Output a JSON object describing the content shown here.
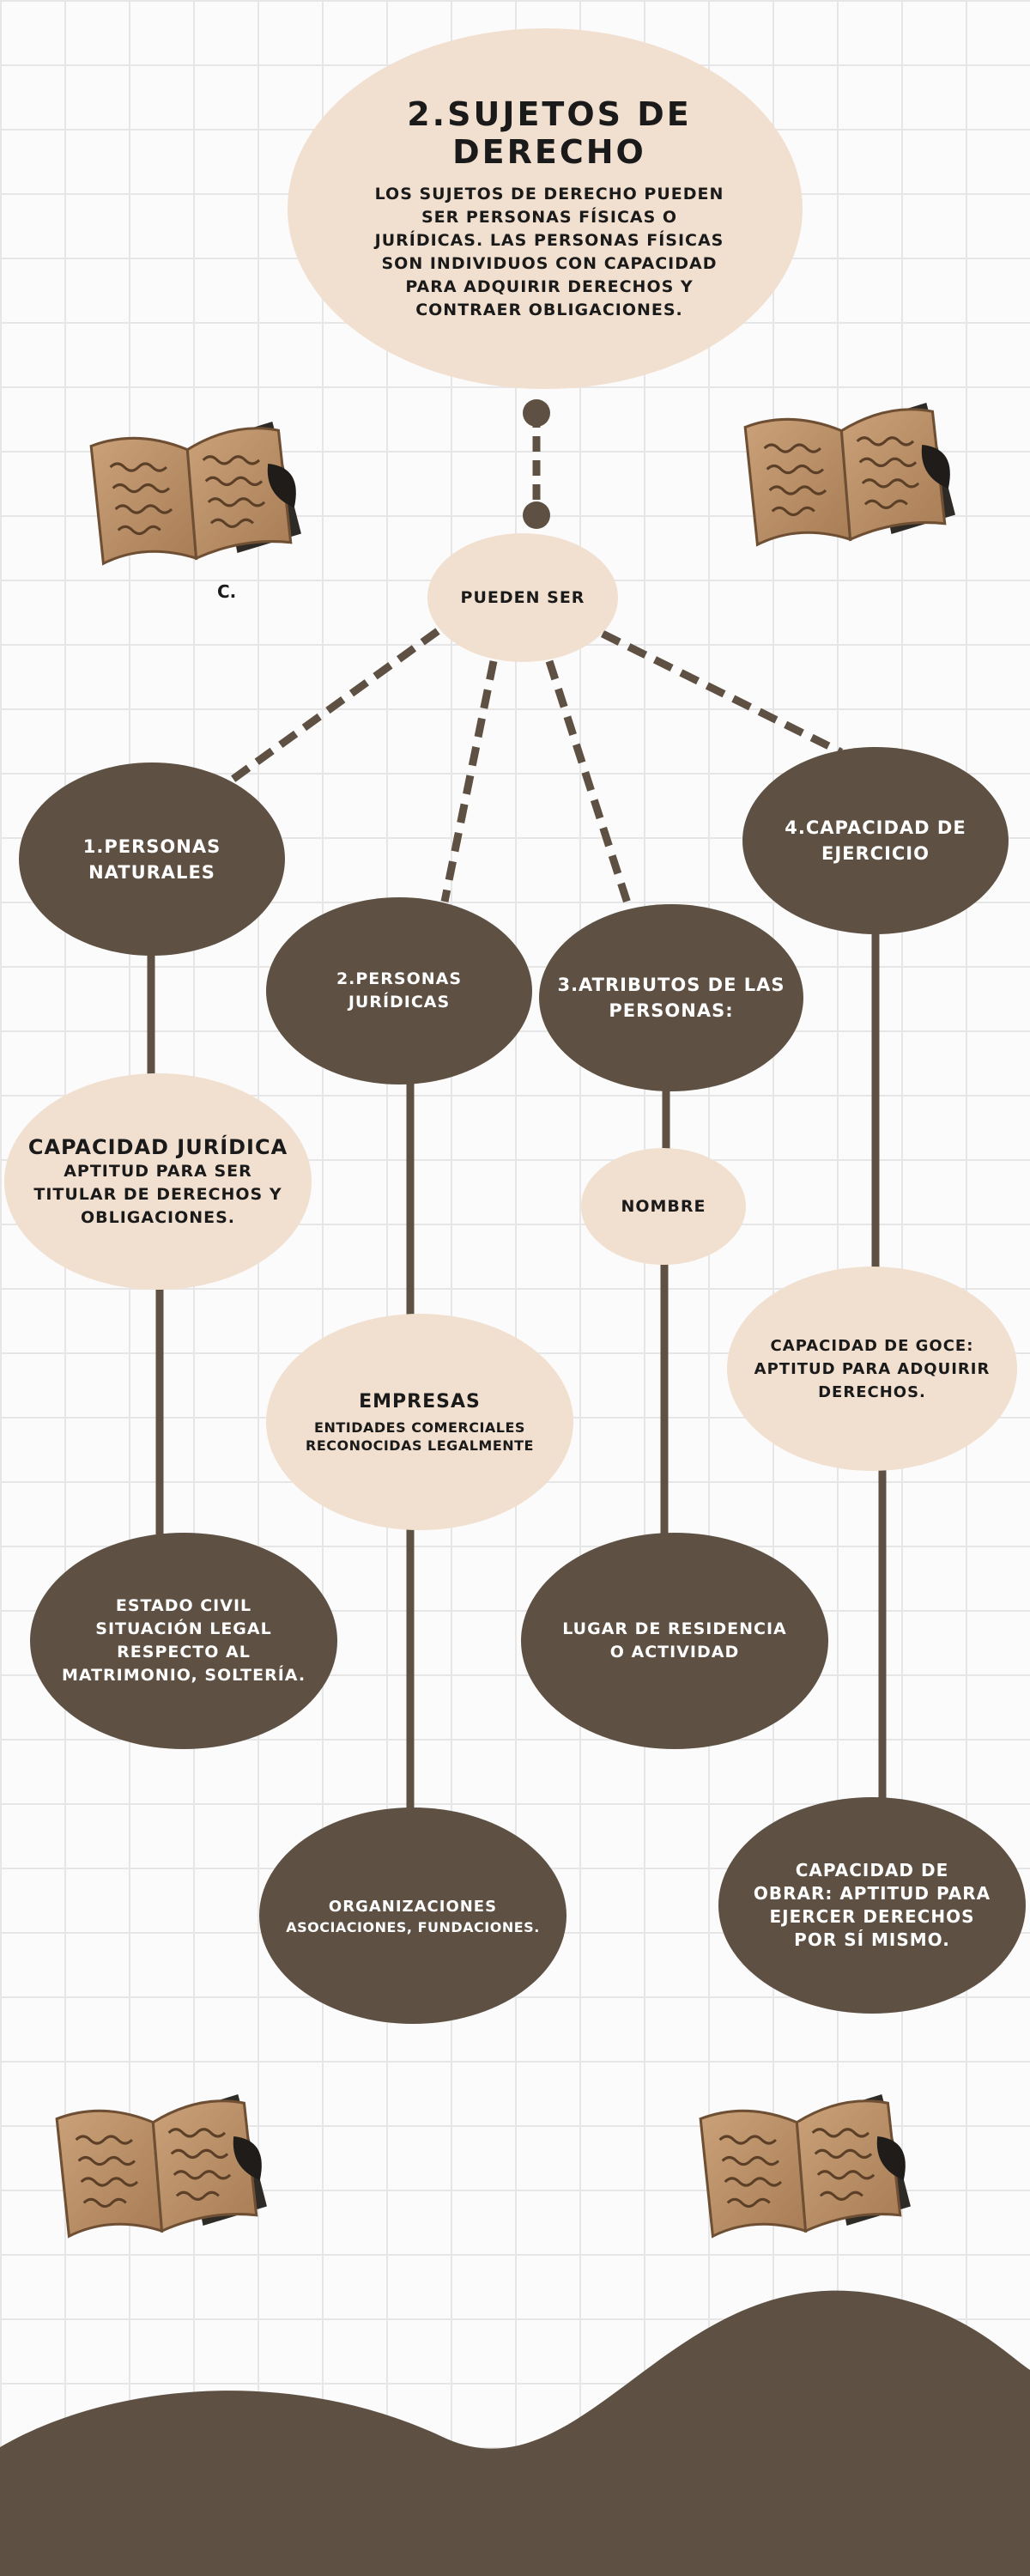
{
  "header": {
    "title": "2.SUJETOS DE DERECHO",
    "description": "LOS SUJETOS DE DERECHO PUEDEN SER PERSONAS FÍSICAS O JURÍDICAS. LAS PERSONAS FÍSICAS SON INDIVIDUOS CON CAPACIDAD PARA ADQUIRIR DERECHOS Y CONTRAER OBLIGACIONES."
  },
  "stray_label": "C.",
  "hub": {
    "label": "PUEDEN SER"
  },
  "branches": {
    "naturales": "1.PERSONAS NATURALES",
    "juridicas": "2.PERSONAS JURÍDICAS",
    "atributos": "3.ATRIBUTOS DE LAS PERSONAS:",
    "capacidad": "4.CAPACIDAD DE EJERCICIO"
  },
  "nodes": {
    "capacidad_juridica": {
      "title": "CAPACIDAD JURÍDICA",
      "text": "APTITUD PARA SER TITULAR DE DERECHOS Y OBLIGACIONES."
    },
    "estado_civil": {
      "title": "ESTADO CIVIL",
      "text": "SITUACIÓN LEGAL RESPECTO AL MATRIMONIO, SOLTERÍA."
    },
    "empresas": {
      "title": "EMPRESAS",
      "text": "ENTIDADES COMERCIALES RECONOCIDAS LEGALMENTE"
    },
    "organizaciones": {
      "title": "ORGANIZACIONES",
      "text": "ASOCIACIONES, FUNDACIONES."
    },
    "nombre": {
      "title": "NOMBRE"
    },
    "residencia": {
      "title": "LUGAR DE RESIDENCIA O ACTIVIDAD"
    },
    "goce": {
      "title": "CAPACIDAD DE GOCE: APTITUD PARA ADQUIRIR DERECHOS."
    },
    "obrar": {
      "title": "CAPACIDAD DE OBRAR: APTITUD PARA EJERCER DERECHOS POR SÍ MISMO."
    }
  },
  "colors": {
    "light": "#f1e0cf",
    "dark": "#5e5143",
    "line": "#5e5143",
    "grid": "#e6e6e6"
  },
  "decorations": [
    "open-book-icon",
    "open-book-icon",
    "open-book-icon",
    "open-book-icon"
  ]
}
